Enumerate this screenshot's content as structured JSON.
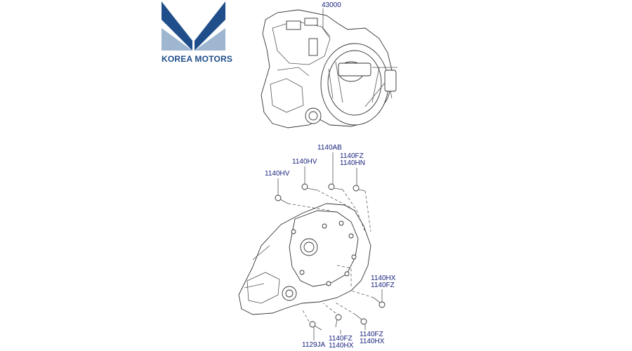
{
  "brand": {
    "name": "KOREA MOTORS",
    "primary_color": "#1f4e8a",
    "accent_color": "#9fb6d0"
  },
  "diagram": {
    "transmission_assembly": {
      "part_number": "43000"
    },
    "bolt_callouts": [
      {
        "id": "c1",
        "lines": [
          "1140AB"
        ]
      },
      {
        "id": "c2",
        "lines": [
          "1140FZ",
          "1140HN"
        ]
      },
      {
        "id": "c3",
        "lines": [
          "1140HV"
        ]
      },
      {
        "id": "c4",
        "lines": [
          "1140HV"
        ]
      },
      {
        "id": "c5",
        "lines": [
          "1140HX",
          "1140FZ"
        ]
      },
      {
        "id": "c6",
        "lines": [
          "1140FZ",
          "1140HX"
        ]
      },
      {
        "id": "c7",
        "lines": [
          "1140FZ",
          "1140HX"
        ]
      },
      {
        "id": "c8",
        "lines": [
          "1129JA"
        ]
      }
    ]
  }
}
